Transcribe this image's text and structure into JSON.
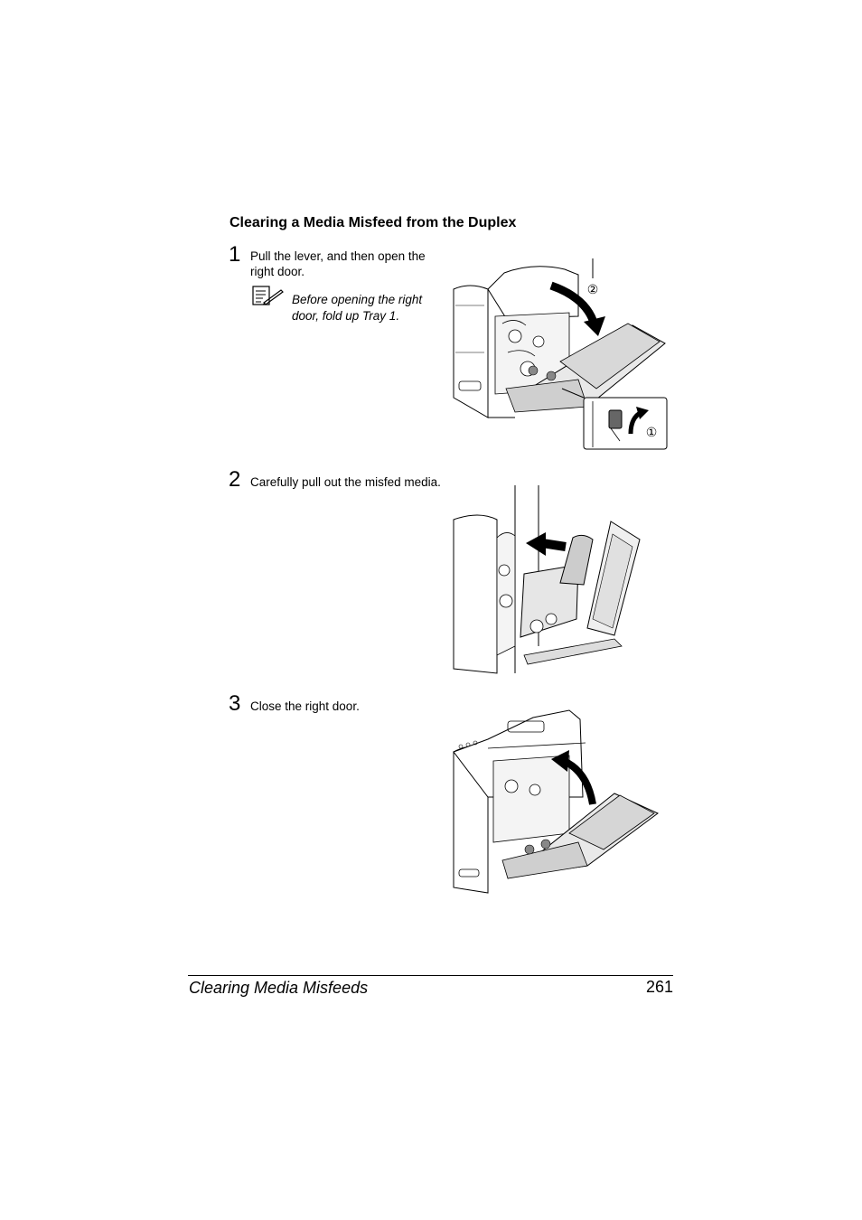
{
  "section": {
    "title": "Clearing a Media Misfeed from the Duplex"
  },
  "steps": [
    {
      "number": "1",
      "text": "Pull the lever, and then open the right door."
    },
    {
      "number": "2",
      "text": "Carefully pull out the misfed media."
    },
    {
      "number": "3",
      "text": "Close the right door."
    }
  ],
  "note": {
    "text": "Before opening the right door, fold up Tray 1.",
    "icon": "note-icon"
  },
  "illustration1": {
    "callouts": [
      "②",
      "①"
    ]
  },
  "footer": {
    "title": "Clearing Media Misfeeds",
    "page": "261"
  }
}
